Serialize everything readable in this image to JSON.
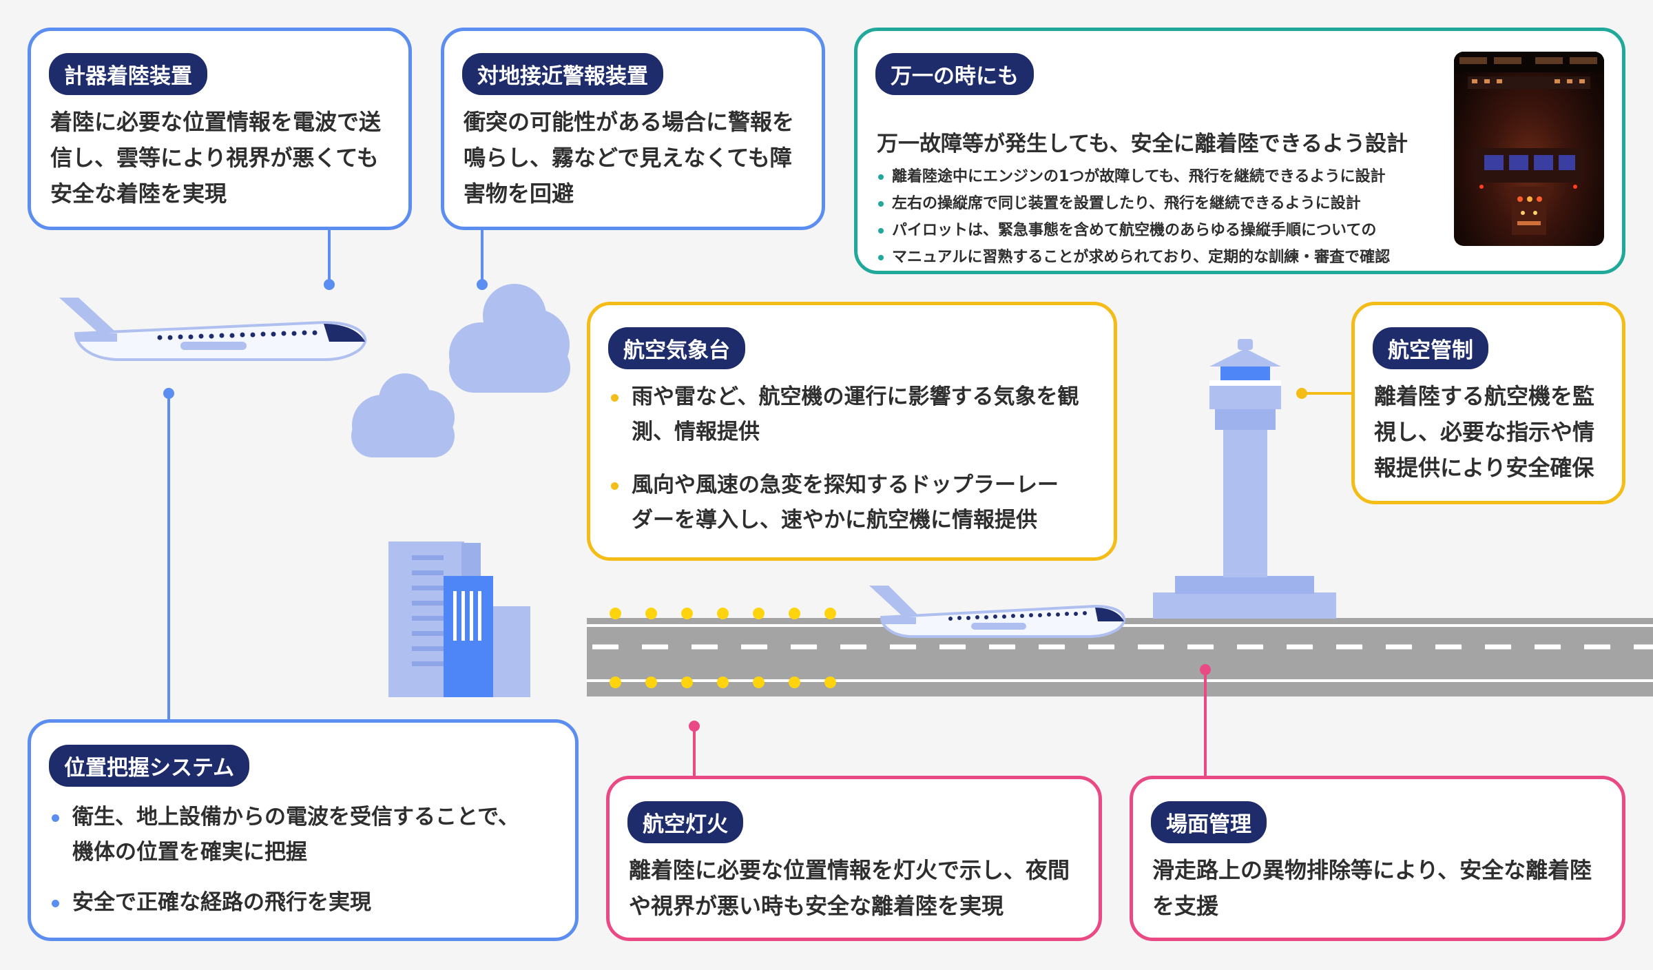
{
  "ils": {
    "title": "計器着陸装置",
    "lines": [
      "着陸に必要な位置情報を電波で送",
      "信し、雲等により視界が悪くても",
      "安全な着陸を実現"
    ]
  },
  "gpws": {
    "title": "対地接近警報装置",
    "lines": [
      "衝突の可能性がある場合に警報を",
      "鳴らし、霧などで見えなくても障",
      "害物を回避"
    ]
  },
  "emergency": {
    "title": "万一の時にも",
    "subtitle": "万一故障等が発生しても、安全に離着陸できるよう設計",
    "bullets": [
      "離着陸途中にエンジンの1つが故障しても、飛行を継続できるように設計",
      "左右の操縦席で同じ装置を設置したり、飛行を継続できるように設計",
      "パイロットは、緊急事態を含めて航空機のあらゆる操縦手順についての",
      "マニュアルに習熟することが求められており、定期的な訓練・審査で確認"
    ]
  },
  "weather": {
    "title": "航空気象台",
    "bullets": [
      [
        "雨や雷など、航空機の運行に影響する気象を観",
        "測、情報提供"
      ],
      [
        "風向や風速の急変を探知するドップラーレー",
        "ダーを導入し、速やかに航空機に情報提供"
      ]
    ]
  },
  "atc": {
    "title": "航空管制",
    "lines": [
      "離着陸する航空機を監",
      "視し、必要な指示や情",
      "報提供により安全確保"
    ]
  },
  "position": {
    "title": "位置把握システム",
    "bullets": [
      [
        "衛生、地上設備からの電波を受信することで、",
        "機体の位置を確実に把握"
      ],
      [
        "安全で正確な経路の飛行を実現"
      ]
    ]
  },
  "lights": {
    "title": "航空灯火",
    "lines": [
      "離着陸に必要な位置情報を灯火で示し、夜間",
      "や視界が悪い時も安全な離着陸を実現"
    ]
  },
  "surface": {
    "title": "場面管理",
    "lines": [
      "滑走路上の異物排除等により、安全な離着陸",
      "を支援"
    ]
  },
  "colors": {
    "blue": "#5b8ef0",
    "teal": "#20a89a",
    "yellow": "#f3bc17",
    "pink": "#ea4a84",
    "badge": "#1f2c6b",
    "runway": "#a4a4a4",
    "illustration": "#aebff0"
  }
}
